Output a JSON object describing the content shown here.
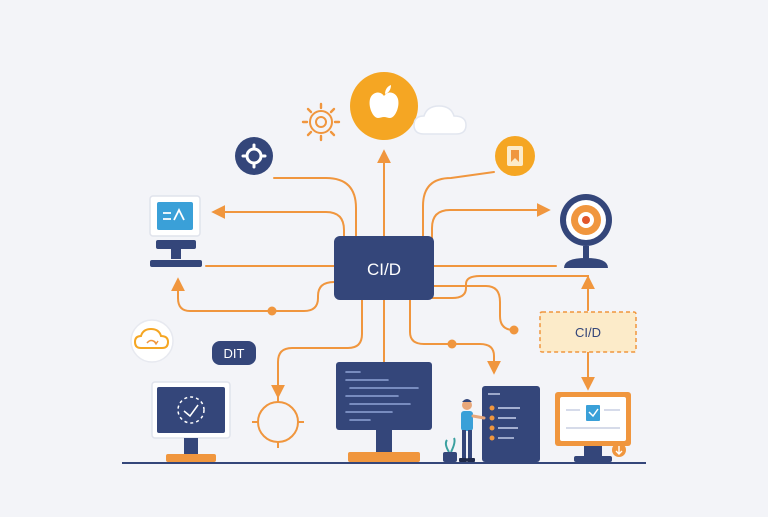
{
  "center_box": {
    "label": "CI/D"
  },
  "side_box": {
    "label": "CI/D"
  },
  "badge": {
    "label": "DIT"
  },
  "colors": {
    "navy": "#34467a",
    "orange": "#f0963e",
    "amber": "#f5a623",
    "light_orange_fill": "#fcebc9",
    "background": "#f3f4f8",
    "teal": "#3aa0d8"
  },
  "icons": [
    "apple-icon",
    "sun-gear-icon",
    "cloud-icon",
    "gear-icon",
    "bookmark-icon",
    "monitor-chart-icon",
    "target-camera-icon",
    "cloud-refresh-icon",
    "monitor-dashed-circle-icon",
    "orbit-circle-icon",
    "code-monitor-icon",
    "server-panel-icon",
    "person-icon",
    "plant-icon",
    "document-monitor-icon"
  ]
}
